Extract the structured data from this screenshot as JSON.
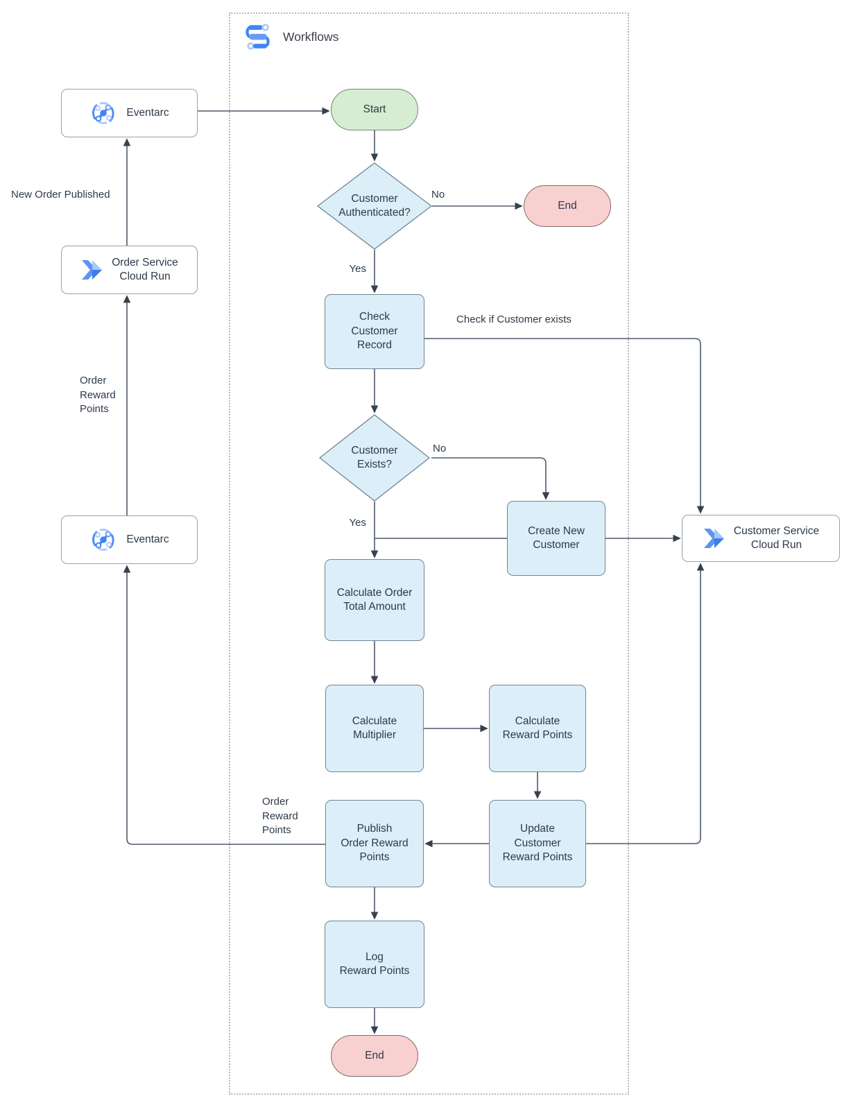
{
  "diagram": {
    "title": "Workflows",
    "nodes": {
      "eventarc_top": {
        "label": "Eventarc"
      },
      "start": {
        "label": "Start"
      },
      "customer_authenticated": {
        "label": "Customer\nAuthenticated?"
      },
      "end_top": {
        "label": "End"
      },
      "order_service": {
        "label": "Order Service\nCloud Run"
      },
      "check_customer_record": {
        "label": "Check\nCustomer\nRecord"
      },
      "customer_exists": {
        "label": "Customer\nExists?"
      },
      "eventarc_bottom": {
        "label": "Eventarc"
      },
      "create_new_customer": {
        "label": "Create New\nCustomer"
      },
      "customer_service": {
        "label": "Customer Service\nCloud Run"
      },
      "calculate_order_total": {
        "label": "Calculate Order\nTotal Amount"
      },
      "calculate_multiplier": {
        "label": "Calculate\nMultiplier"
      },
      "calculate_reward_points": {
        "label": "Calculate\nReward Points"
      },
      "update_customer_reward_points": {
        "label": "Update\nCustomer\nReward Points"
      },
      "publish_order_reward_points": {
        "label": "Publish\nOrder Reward\nPoints"
      },
      "log_reward_points": {
        "label": "Log\nReward Points"
      },
      "end_bottom": {
        "label": "End"
      }
    },
    "edge_labels": {
      "new_order_published": "New Order Published",
      "order_reward_points_left": "Order\nReward\nPoints",
      "order_reward_points_bottom": "Order\nReward\nPoints",
      "check_if_customer_exists": "Check if Customer exists",
      "yes_authenticated": "Yes",
      "no_authenticated": "No",
      "yes_exists": "Yes",
      "no_exists": "No"
    },
    "colors": {
      "process_fill": "#dceff8",
      "process_stroke": "#6c8495",
      "start_fill": "#d6ecd3",
      "start_stroke": "#6f8a6a",
      "end_fill": "#f9d0d0",
      "end_stroke": "#7d6a6a",
      "service_stroke": "#99a1aa",
      "connector": "#4d5969",
      "container_border": "#b9b9b9",
      "icon_blue": "#4285f4",
      "icon_blue_mid": "#669df6",
      "icon_blue_light": "#aecbfa"
    }
  }
}
